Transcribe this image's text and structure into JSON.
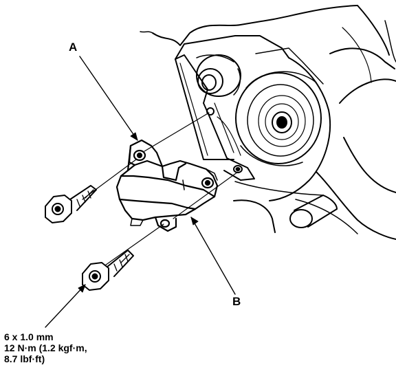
{
  "callouts": {
    "a": "A",
    "b": "B"
  },
  "spec": {
    "line1": "6 x 1.0 mm",
    "line2": "12 N·m (1.2 kgf·m,",
    "line3": "8.7 lbf·ft)"
  }
}
